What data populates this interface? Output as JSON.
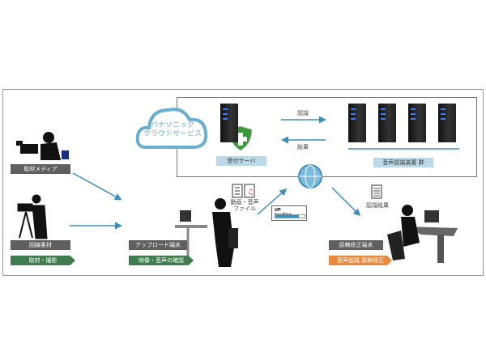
{
  "cloud": {
    "line1": "パナソニック",
    "line2": "クラウドサービス"
  },
  "reception_server": {
    "label": "受付サーバ"
  },
  "recognition_arrow": {
    "label": "認識"
  },
  "result_arrow": {
    "label": "結果"
  },
  "server_group": {
    "label": "音声認識装置 群"
  },
  "field_media": {
    "label": "取材メディア"
  },
  "line_material": {
    "label": "回線素材"
  },
  "step_capture": {
    "label": "取材・撮影"
  },
  "upload_terminal": {
    "label": "アップロード端末",
    "step": "映像・音声の確認"
  },
  "media_files": {
    "line1": "動画・音声",
    "line2": "ファイル"
  },
  "upload_progress": {
    "label": "UP loading...",
    "fraction": 0.8
  },
  "recognition_result": {
    "label": "認識結果"
  },
  "editing_terminal": {
    "label": "原稿修正端末",
    "step": "音声認識 原稿修正"
  },
  "colors": {
    "arrow": "#3d8fb8",
    "green": "#3f7d4f",
    "orange": "#e88a3c",
    "label_gray": "#5f5f5f",
    "light_blue": "#bcd9ea"
  }
}
